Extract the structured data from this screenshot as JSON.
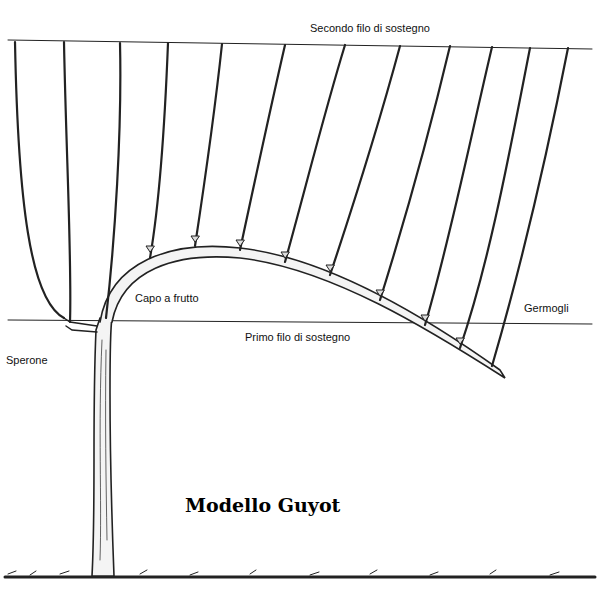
{
  "diagram": {
    "title": "Modello Guyot",
    "labels": [
      "Secondo filo di sostegno",
      "Capo a frutto",
      "Germogli",
      "Primo filo di sostegno",
      "Sperone"
    ]
  }
}
